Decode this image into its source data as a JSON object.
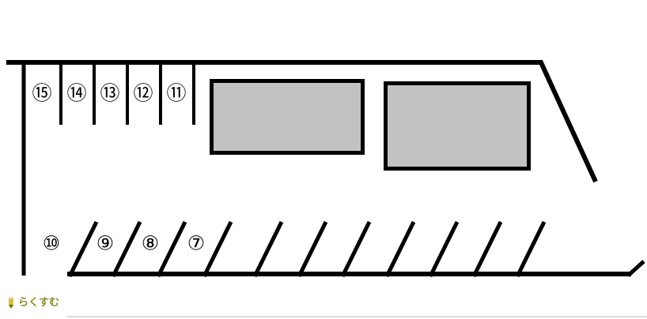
{
  "diagram": {
    "title": "parking-lot-layout",
    "top_spaces": [
      "⑮",
      "⑭",
      "⑬",
      "⑫",
      "⑪"
    ],
    "bottom_spaces": [
      "⑩",
      "⑨",
      "⑧",
      "⑦"
    ]
  },
  "buildings": {
    "count": 2,
    "fill_color": "#c2c2c2",
    "border_color": "#000000"
  },
  "logo": {
    "text": "らくすむ",
    "color": "#8b8b2a"
  },
  "colors": {
    "line": "#000000",
    "faint_line": "#cfcfcf",
    "background": "#ffffff"
  }
}
